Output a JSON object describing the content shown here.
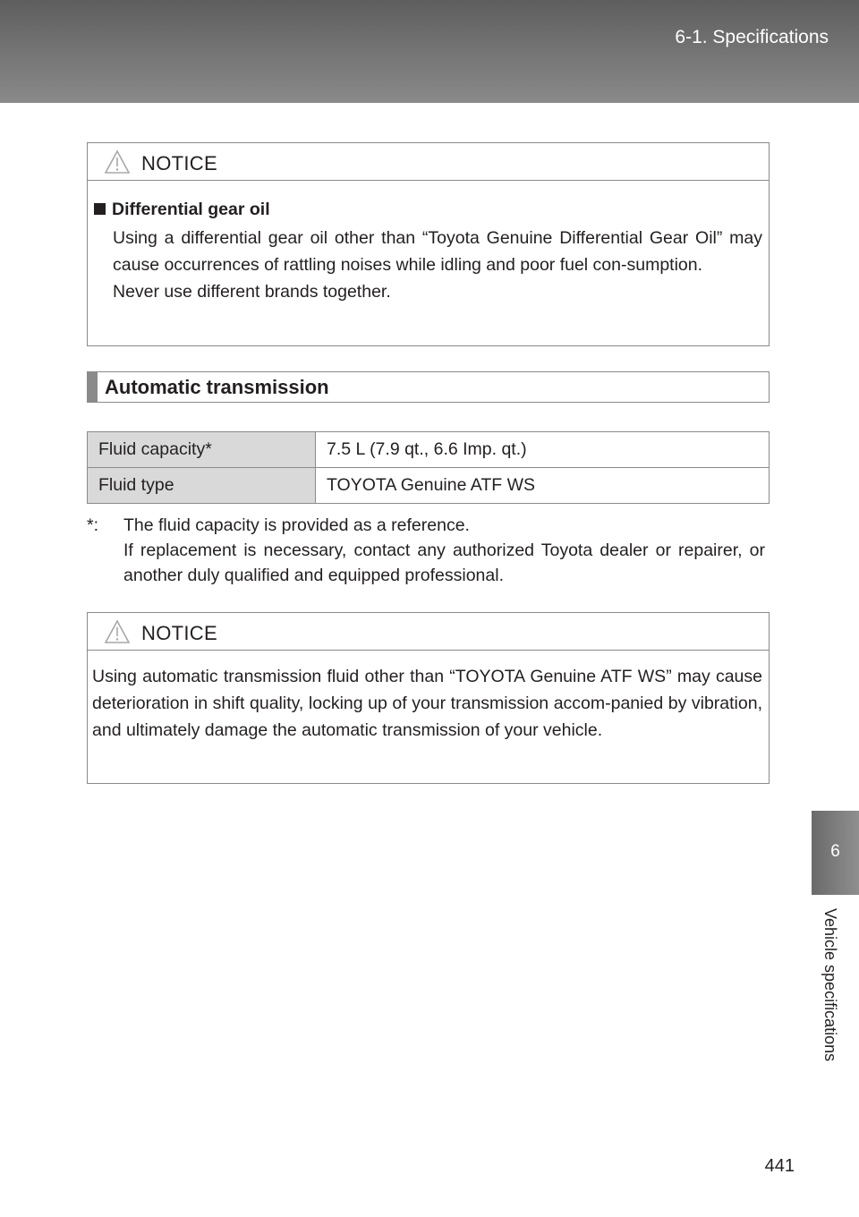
{
  "header": {
    "section_title": "6-1. Specifications"
  },
  "side_tab": {
    "number": "6",
    "label": "Vehicle specifications"
  },
  "page_number": "441",
  "notice1": {
    "title": "NOTICE",
    "heading": "Differential gear oil",
    "line1": "Using a differential gear oil other than “Toyota Genuine Differential Gear Oil” may cause occurrences of rattling noises while idling and poor fuel con-sumption.",
    "line2": "Never use different brands together."
  },
  "section": {
    "title": "Automatic transmission"
  },
  "spec_table": {
    "rows": [
      {
        "label": "Fluid capacity*",
        "value": "7.5 L (7.9 qt., 6.6 Imp. qt.)"
      },
      {
        "label": "Fluid type",
        "value": "TOYOTA Genuine ATF WS"
      }
    ]
  },
  "footnote": {
    "mark": "*:",
    "line1": "The fluid capacity is provided as a reference.",
    "line2": "If replacement is necessary, contact any authorized Toyota dealer or repairer, or another duly qualified and equipped professional."
  },
  "notice2": {
    "title": "NOTICE",
    "body": "Using automatic transmission fluid other than “TOYOTA Genuine ATF WS” may cause deterioration in shift quality, locking up of your transmission accom-panied by vibration, and ultimately damage the automatic transmission of your vehicle."
  },
  "colors": {
    "header_bg": "#7a7a7a",
    "rule": "#8a8a8a",
    "label_cell_bg": "#d9d9d9",
    "warning_icon": "#a8a8a8"
  }
}
